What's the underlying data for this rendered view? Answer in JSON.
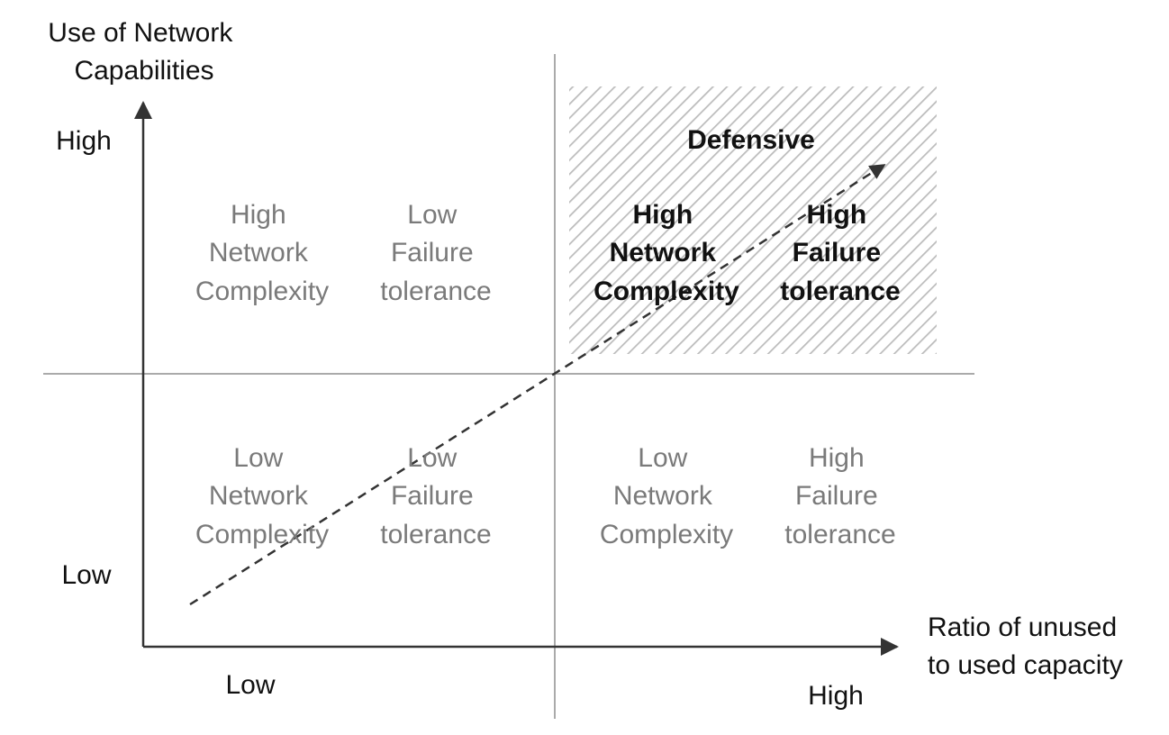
{
  "y_axis": {
    "title_lines": [
      "Use of Network",
      "Capabilities"
    ],
    "high_label": "High",
    "low_label": "Low"
  },
  "x_axis": {
    "title_lines": [
      "Ratio of unused",
      "to used capacity"
    ],
    "low_label": "Low",
    "high_label": "High"
  },
  "highlight": {
    "title": "Defensive"
  },
  "quadrants": {
    "top_left": {
      "complexity": [
        "High",
        "Network",
        "Complexity"
      ],
      "tolerance": [
        "Low",
        "Failure",
        "tolerance"
      ]
    },
    "top_right": {
      "complexity": [
        "High",
        "Network",
        "Complexity"
      ],
      "tolerance": [
        "High",
        "Failure",
        "tolerance"
      ]
    },
    "bottom_left": {
      "complexity": [
        "Low",
        "Network",
        "Complexity"
      ],
      "tolerance": [
        "Low",
        "Failure",
        "tolerance"
      ]
    },
    "bottom_right": {
      "complexity": [
        "Low",
        "Network",
        "Complexity"
      ],
      "tolerance": [
        "High",
        "Failure",
        "tolerance"
      ]
    }
  },
  "colors": {
    "axis": "#333333",
    "divider": "#aaaaaa",
    "muted_text": "#7a7a7a",
    "highlight_text": "#111111",
    "hatch": "#bcbcbc"
  }
}
